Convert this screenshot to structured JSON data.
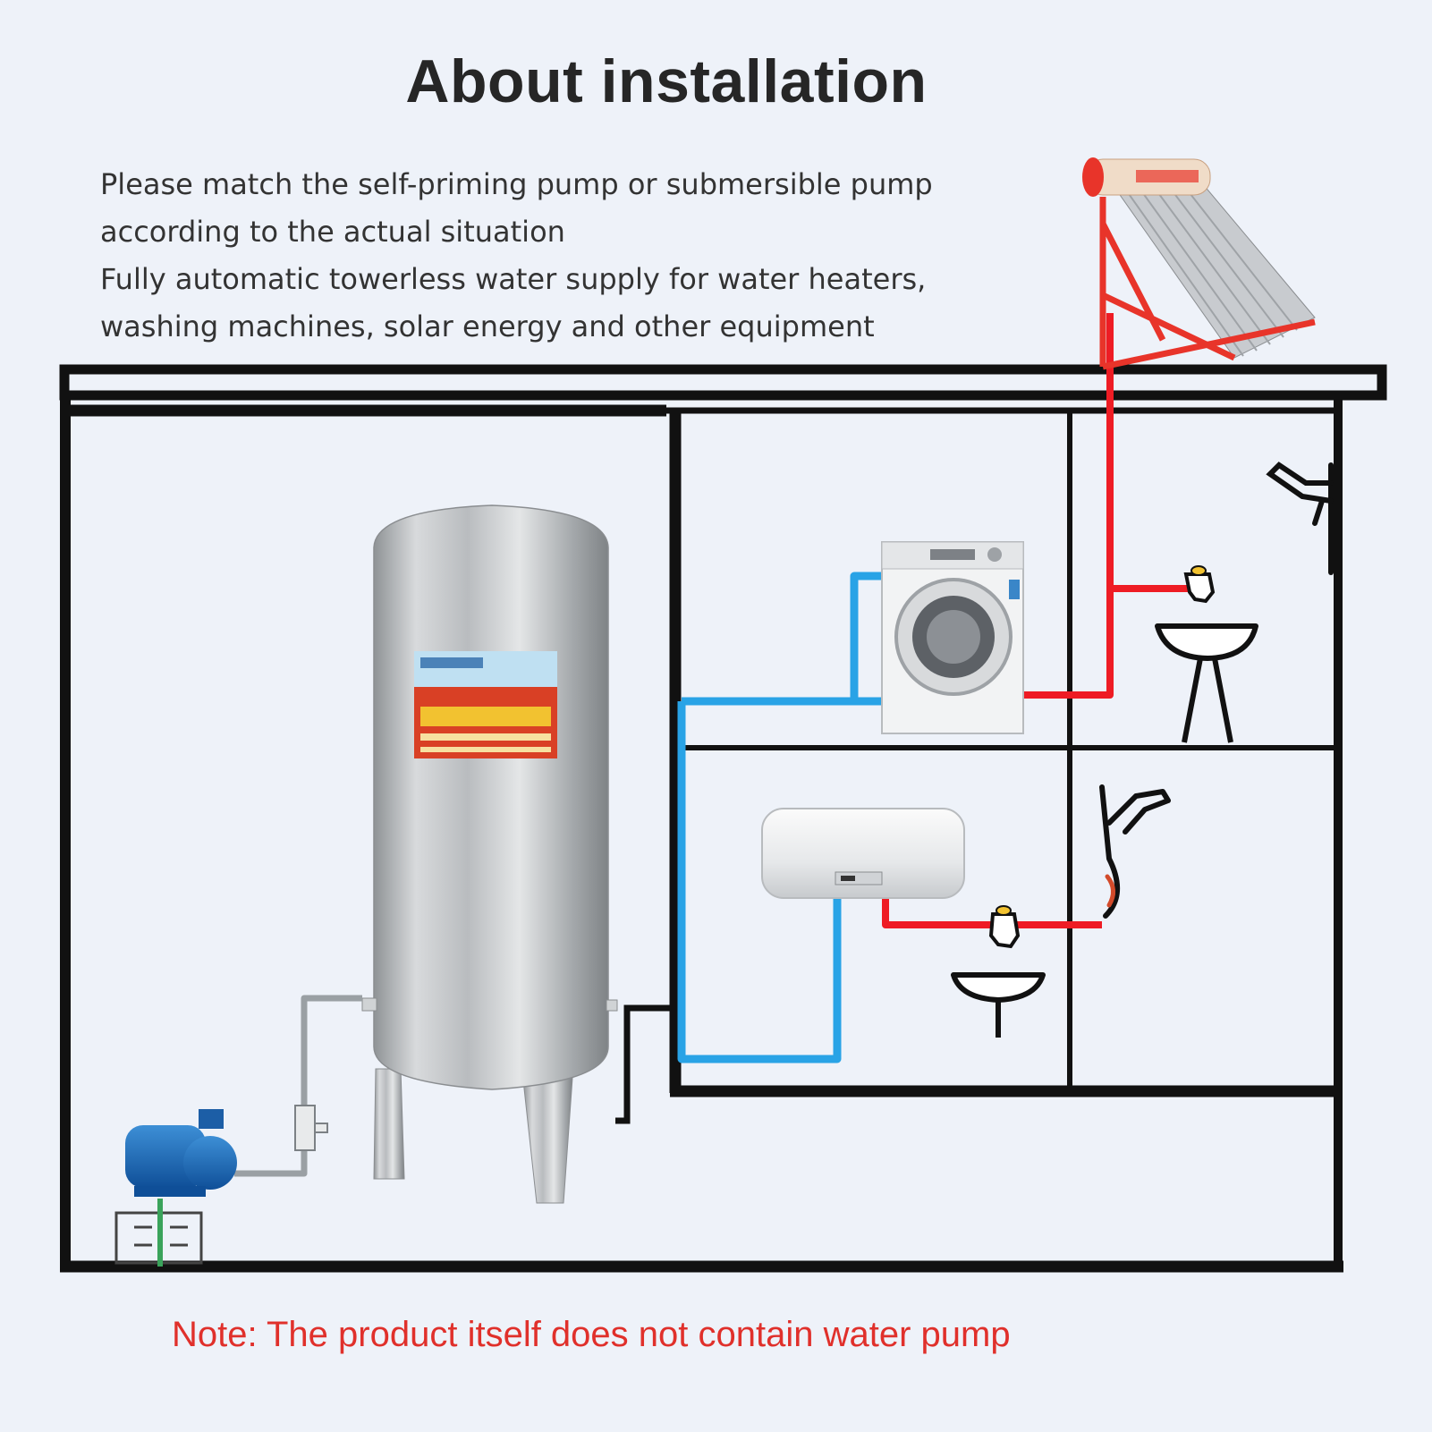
{
  "title": "About installation",
  "description": {
    "line1": "Please match the self-priming pump or submersible pump",
    "line2": "according to the actual situation",
    "line3": "Fully automatic towerless water supply for water heaters,",
    "line4": "washing machines, solar energy and other equipment"
  },
  "note": "Note: The product itself does not contain water pump",
  "colors": {
    "cold_pipe": "#29a3e6",
    "hot_pipe": "#ee1c24",
    "walls": "#111111",
    "background": "#eef2f9",
    "note_text": "#e0302b"
  },
  "icons": {
    "pump": "water-pump-icon",
    "tank": "pressure-tank-icon",
    "solar": "solar-water-heater-icon",
    "washer": "washing-machine-icon",
    "heater": "electric-water-heater-icon",
    "shower": "shower-head-icon",
    "basin": "wash-basin-icon",
    "faucet": "faucet-icon"
  }
}
